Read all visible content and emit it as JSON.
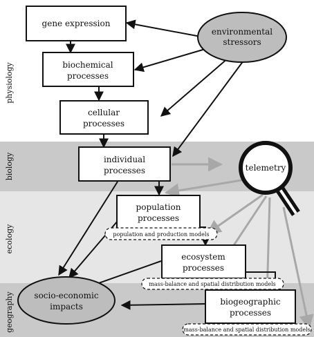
{
  "bands": {
    "physiology": "physiology",
    "biology": "biology",
    "ecology": "ecology",
    "geography": "geography"
  },
  "nodes": {
    "gene_expression": "gene expression",
    "biochemical_1": "biochemical",
    "biochemical_2": "processes",
    "cellular_1": "cellular",
    "cellular_2": "processes",
    "individual_1": "individual",
    "individual_2": "processes",
    "population_1": "population",
    "population_2": "processes",
    "ecosystem_1": "ecosystem",
    "ecosystem_2": "processes",
    "biogeographic_1": "biogeographic",
    "biogeographic_2": "processes",
    "environmental_1": "environmental",
    "environmental_2": "stressors",
    "socio_1": "socio-economic",
    "socio_2": "impacts",
    "telemetry": "telemetry"
  },
  "models": {
    "population_models": "population and production models",
    "mass_balance_1": "mass-balance and spatial distribution models",
    "mass_balance_2": "mass-balance and spatial distribution models"
  },
  "colors": {
    "band_dark": "#c9c9c9",
    "band_light": "#e6e6e6",
    "ellipse_fill": "#bdbdbd",
    "grey_arrow": "#a8a8a8",
    "black": "#111111"
  }
}
